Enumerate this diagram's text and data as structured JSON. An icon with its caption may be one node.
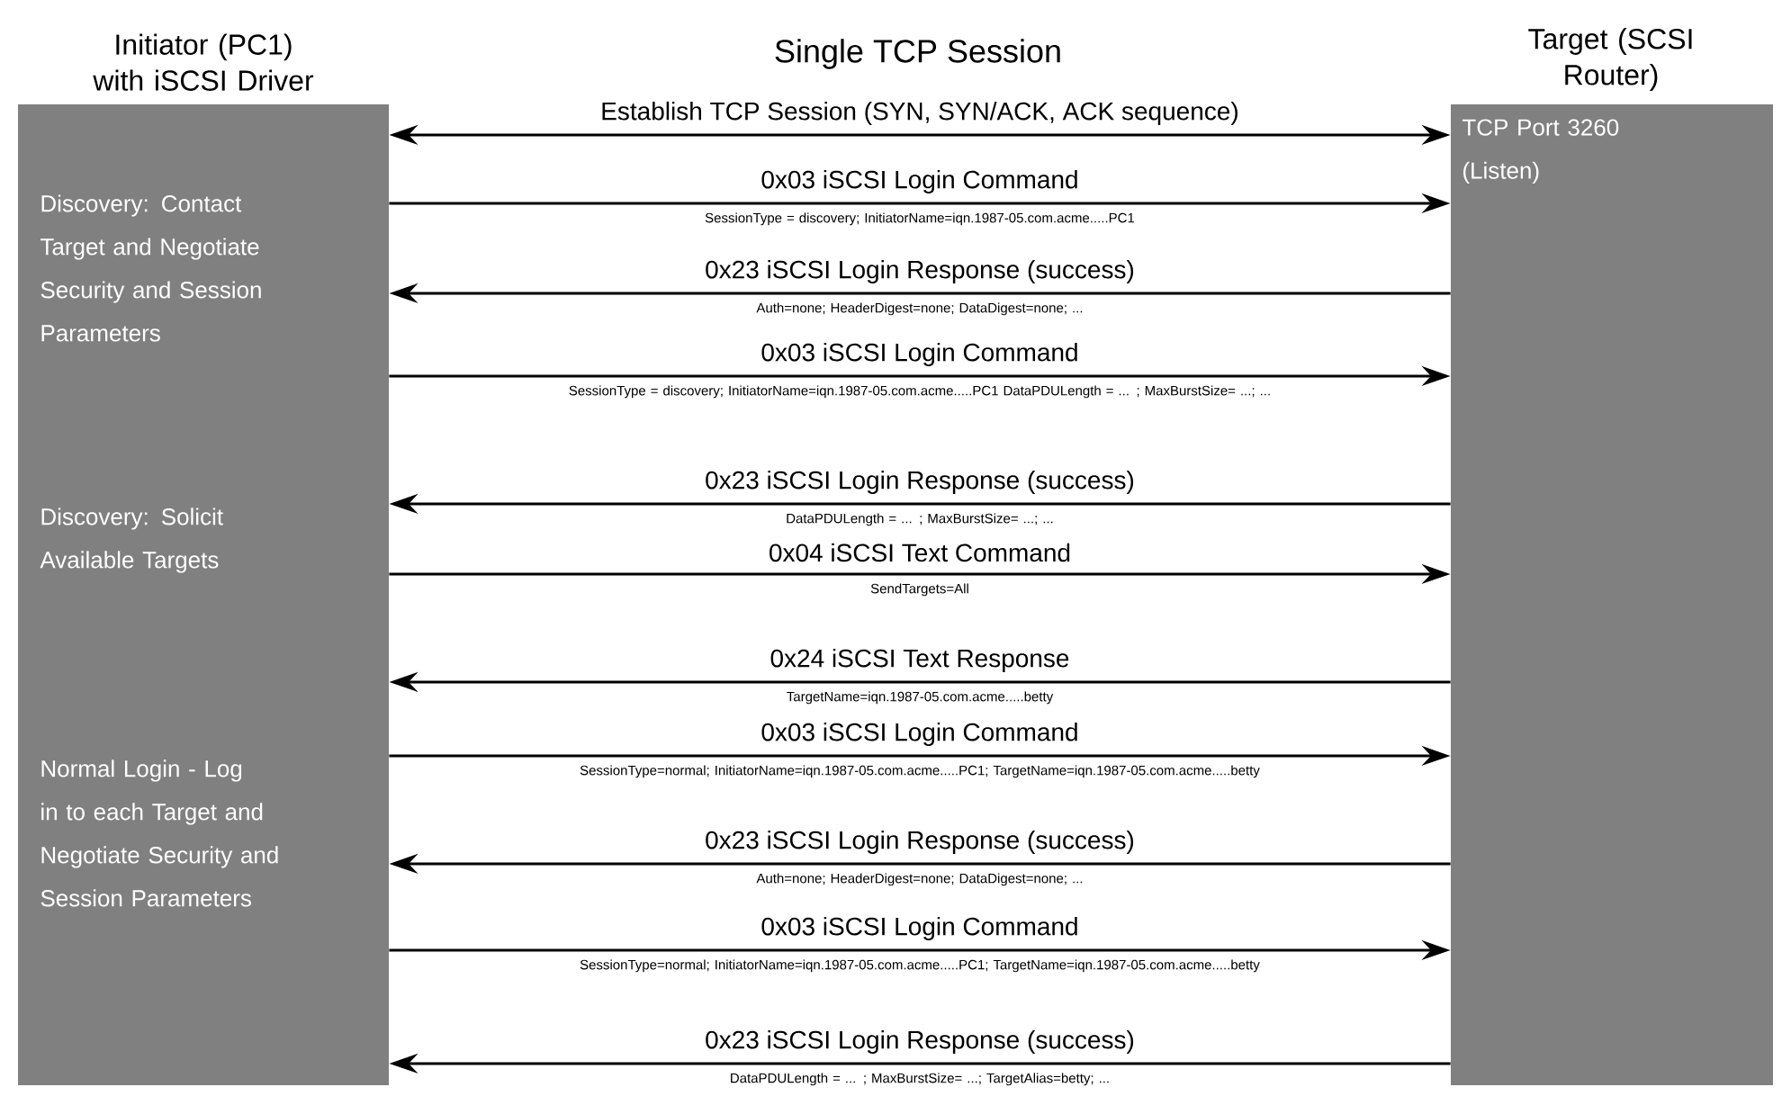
{
  "diagram": {
    "title": "Single TCP Session",
    "nodes": [
      {
        "text": [
          "Initiator (PC1) with iSCSI Driver",
          "Discovery: Contact Target and Negotiate Security and Session Parameters",
          "Discovery: Solicit Available Targets",
          "Normal Login - Log in to each Target and Negotiate Security and Session Parameters"
        ]
      },
      {
        "text": [
          "Target (SCSI Router)",
          "TCP Port 3260 (Listen)"
        ]
      }
    ],
    "edges": [
      {
        "from": 0,
        "to": 1,
        "arrow": "both",
        "label": "Establish TCP Session (SYN, SYN/ACK, ACK sequence)"
      },
      {
        "from": 0,
        "to": 1,
        "arrow": "to",
        "label": "0x03 iSCSI Login Command"
      },
      {
        "from": 1,
        "to": 0,
        "arrow": "to",
        "label": "0x23 iSCSI Login Response (success)"
      },
      {
        "from": 0,
        "to": 1,
        "arrow": "to",
        "label": "0x03 iSCSI Login Command"
      },
      {
        "from": 1,
        "to": 0,
        "arrow": "to",
        "label": "0x23 iSCSI Login Response (success)"
      },
      {
        "from": 0,
        "to": 1,
        "arrow": "to",
        "label": "0x04 iSCSI Text Command"
      },
      {
        "from": 1,
        "to": 0,
        "arrow": "to",
        "label": "0x24 iSCSI Text Response"
      },
      {
        "from": 0,
        "to": 1,
        "arrow": "to",
        "label": "0x03 iSCSI Login Command"
      },
      {
        "from": 1,
        "to": 0,
        "arrow": "to",
        "label": "0x23 iSCSI Login Response (success)"
      },
      {
        "from": 0,
        "to": 1,
        "arrow": "to",
        "label": "0x03 iSCSI Login Command"
      },
      {
        "from": 1,
        "to": 0,
        "arrow": "to",
        "label": "0x23 iSCSI Login Response (success)"
      }
    ],
    "labels": [
      "SessionType = discovery; InitiatorName=iqn.1987-05.com.acme.....PC1",
      "Auth=none; HeaderDigest=none; DataDigest=none; ...",
      "SessionType = discovery; InitiatorName=iqn.1987-05.com.acme.....PC1 DataPDULength = ... ; MaxBurstSize= ...; ...",
      "DataPDULength = ... ; MaxBurstSize= ...; ...",
      "SendTargets=All",
      "TargetName=iqn.1987-05.com.acme.....betty",
      "SessionType=normal; InitiatorName=iqn.1987-05.com.acme.....PC1; TargetName=iqn.1987-05.com.acme.....betty",
      "Auth=none; HeaderDigest=none; DataDigest=none; ...",
      "SessionType=normal; InitiatorName=iqn.1987-05.com.acme.....PC1; TargetName=iqn.1987-05.com.acme.....betty",
      "DataPDULength = ... ; MaxBurstSize= ...; TargetAlias=betty; ..."
    ]
  }
}
